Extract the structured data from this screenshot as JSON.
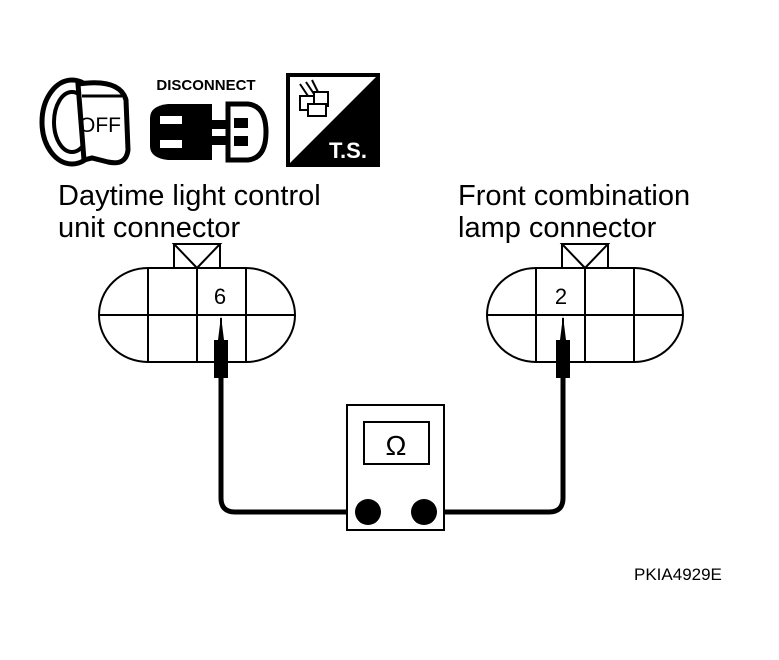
{
  "icons": {
    "ignition": {
      "icon": "ignition-key-off-icon",
      "text": "OFF"
    },
    "disconnect": {
      "icon": "disconnect-connector-icon",
      "text": "DISCONNECT"
    },
    "tech_service": {
      "icon": "tech-service-icon",
      "text": "T.S."
    }
  },
  "left_connector": {
    "label_line1": "Daytime light control",
    "label_line2": "unit connector",
    "terminal": "6"
  },
  "right_connector": {
    "label_line1": "Front combination",
    "label_line2": "lamp connector",
    "terminal": "2"
  },
  "meter": {
    "symbol": "Ω"
  },
  "figure_code": "PKIA4929E",
  "colors": {
    "ink": "#000000",
    "paper": "#ffffff"
  }
}
